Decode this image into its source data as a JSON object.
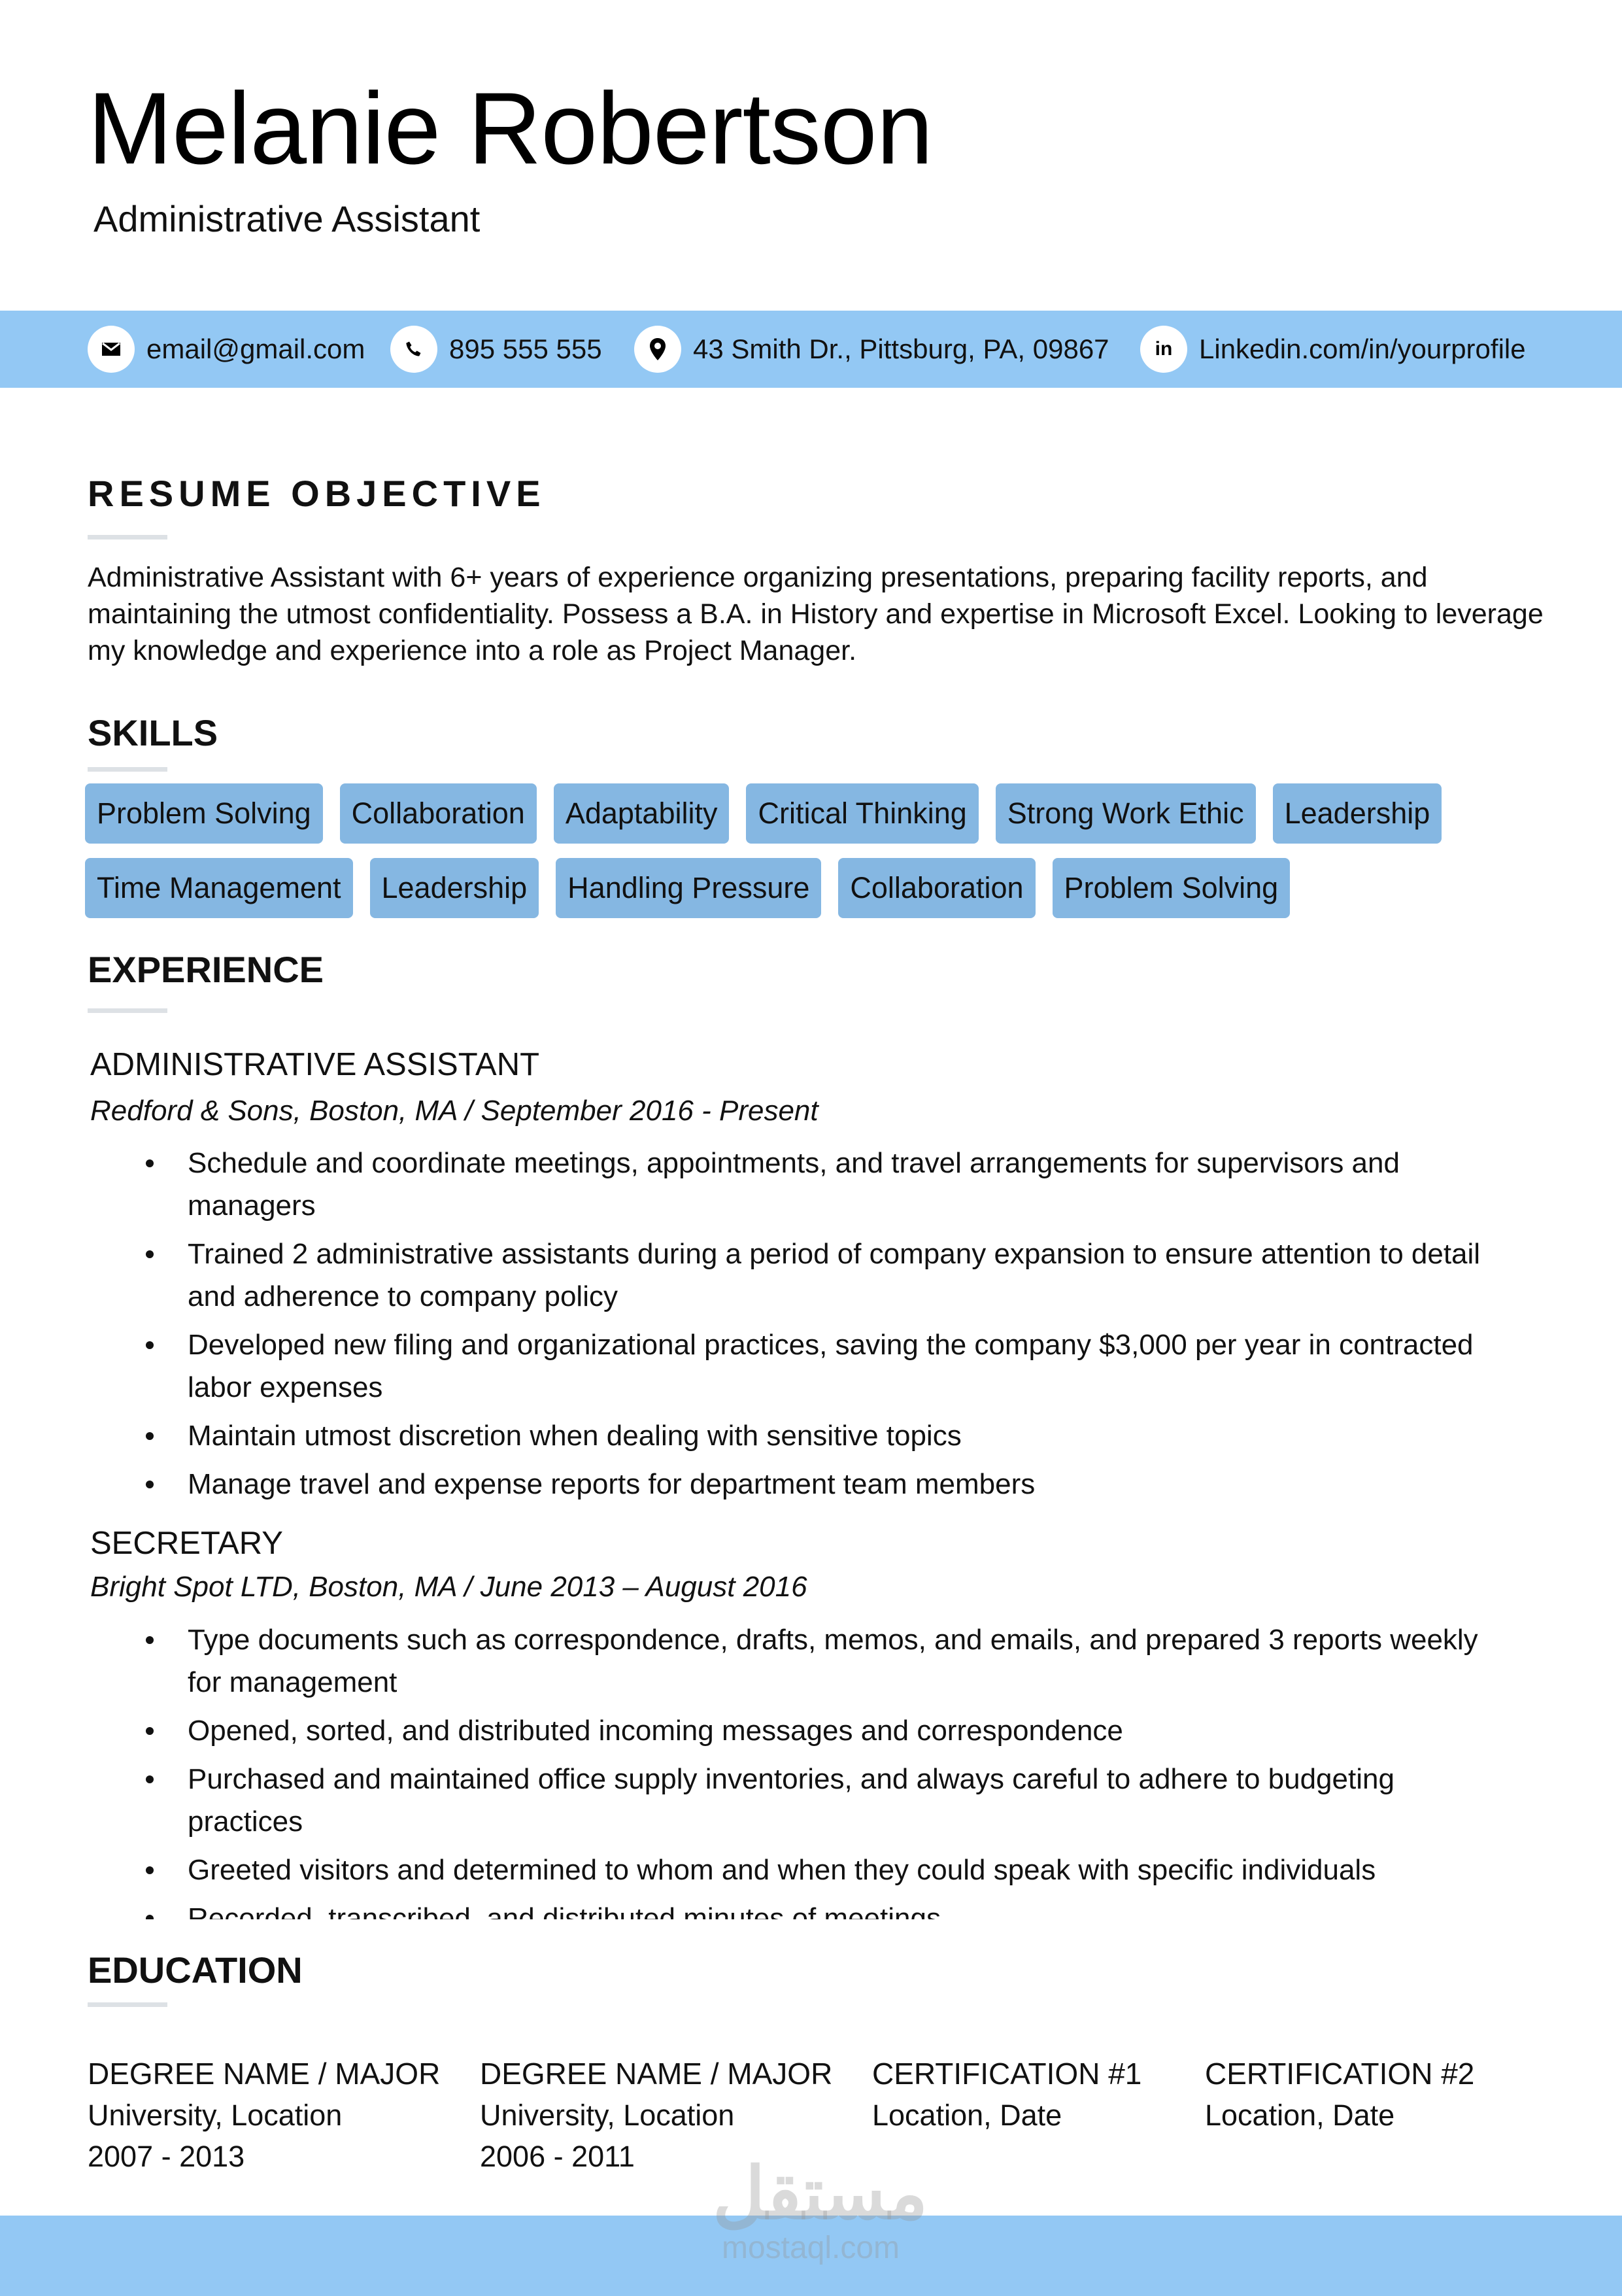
{
  "header": {
    "name": "Melanie Robertson",
    "title": "Administrative Assistant"
  },
  "contacts": [
    {
      "icon": "envelope-icon",
      "text": "email@gmail.com"
    },
    {
      "icon": "phone-icon",
      "text": "895 555 555"
    },
    {
      "icon": "location-pin-icon",
      "text": "43 Smith Dr., Pittsburg, PA, 09867"
    },
    {
      "icon": "linkedin-icon",
      "glyph": "in",
      "text": "Linkedin.com/in/yourprofile"
    }
  ],
  "objective": {
    "heading": "RESUME OBJECTIVE",
    "text": "Administrative Assistant with 6+ years of experience organizing presentations, preparing facility reports, and maintaining the utmost confidentiality. Possess a B.A. in History and expertise in Microsoft Excel. Looking to leverage my knowledge and experience into a role as Project Manager."
  },
  "skills": {
    "heading": "SKILLS",
    "items": [
      "Problem Solving",
      "Collaboration",
      "Adaptability",
      "Critical Thinking",
      "Strong Work Ethic",
      "Leadership",
      "Time Management",
      "Leadership",
      "Handling Pressure",
      "Collaboration",
      "Problem Solving"
    ]
  },
  "experience": {
    "heading": "EXPERIENCE",
    "jobs": [
      {
        "title": "ADMINISTRATIVE ASSISTANT",
        "meta": "Redford & Sons, Boston, MA  /  September 2016 - Present",
        "bullets": [
          "Schedule and coordinate meetings, appointments, and travel arrangements for supervisors and managers",
          "Trained 2 administrative assistants during a period of company expansion to ensure attention to detail and adherence to company policy",
          "Developed new filing and organizational practices, saving the company $3,000 per year in contracted labor expenses",
          "Maintain utmost discretion when dealing with sensitive topics",
          "Manage travel and expense reports for department team members"
        ]
      },
      {
        "title": "SECRETARY",
        "meta": "Bright Spot LTD, Boston, MA  /  June 2013 – August 2016",
        "bullets": [
          "Type documents such as correspondence, drafts, memos, and emails, and prepared 3 reports weekly for management",
          "Opened, sorted, and distributed incoming messages and correspondence",
          "Purchased and maintained office supply inventories, and always careful to adhere to budgeting practices",
          "Greeted visitors and determined to whom and when they could speak with specific individuals",
          "Recorded, transcribed, and distributed minutes of meetings"
        ]
      }
    ]
  },
  "education": {
    "heading": "EDUCATION",
    "items": [
      {
        "name": "DEGREE NAME / MAJOR",
        "line1": "University, Location",
        "line2": "2007 - 2013"
      },
      {
        "name": "DEGREE NAME / MAJOR",
        "line1": "University, Location",
        "line2": "2006 - 2011"
      },
      {
        "name": "CERTIFICATION #1",
        "line1": "Location, Date",
        "line2": ""
      },
      {
        "name": "CERTIFICATION #2",
        "line1": "Location, Date",
        "line2": ""
      }
    ]
  },
  "watermark": {
    "arabic": "مستقل",
    "latin": "mostaql.com"
  },
  "colors": {
    "band": "#93c8f4",
    "pill": "#85b7e2",
    "rule": "#dde1e5"
  }
}
